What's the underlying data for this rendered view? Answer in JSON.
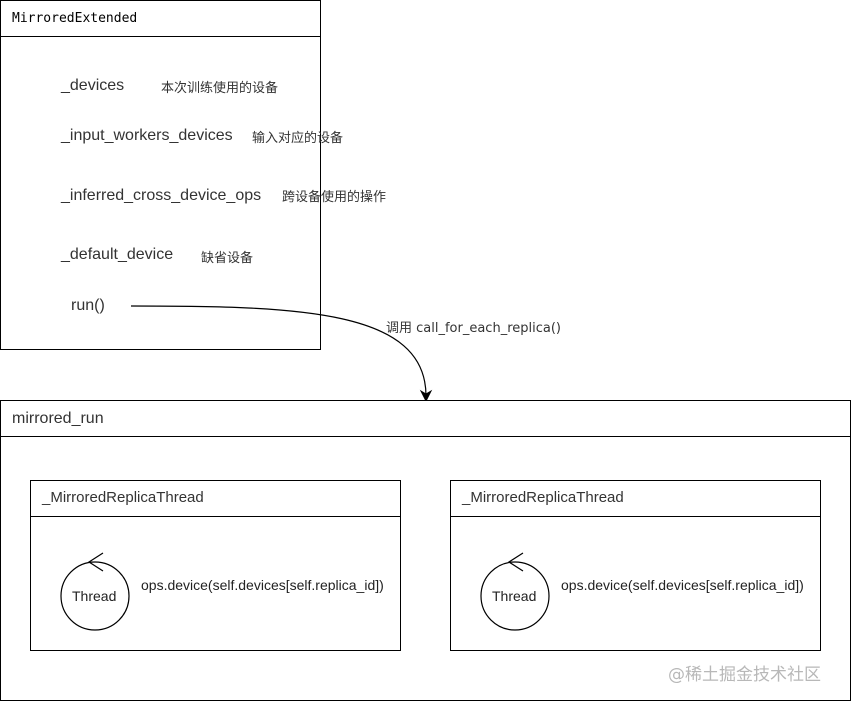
{
  "class_box": {
    "title": "MirroredExtended",
    "members": [
      {
        "name": "_devices",
        "note": "本次训练使用的设备"
      },
      {
        "name": "_input_workers_devices",
        "note": "输入对应的设备"
      },
      {
        "name": "_inferred_cross_device_ops",
        "note": "跨设备使用的操作"
      },
      {
        "name": "_default_device",
        "note": "缺省设备"
      }
    ],
    "method": "run()"
  },
  "arrow_label": "调用 call_for_each_replica()",
  "run_box": {
    "title": "mirrored_run",
    "threads": [
      {
        "title": "_MirroredReplicaThread",
        "circle_label": "Thread",
        "op": "ops.device(self.devices[self.replica_id])"
      },
      {
        "title": "_MirroredReplicaThread",
        "circle_label": "Thread",
        "op": "ops.device(self.devices[self.replica_id])"
      }
    ]
  },
  "watermark": "@稀土掘金技术社区"
}
